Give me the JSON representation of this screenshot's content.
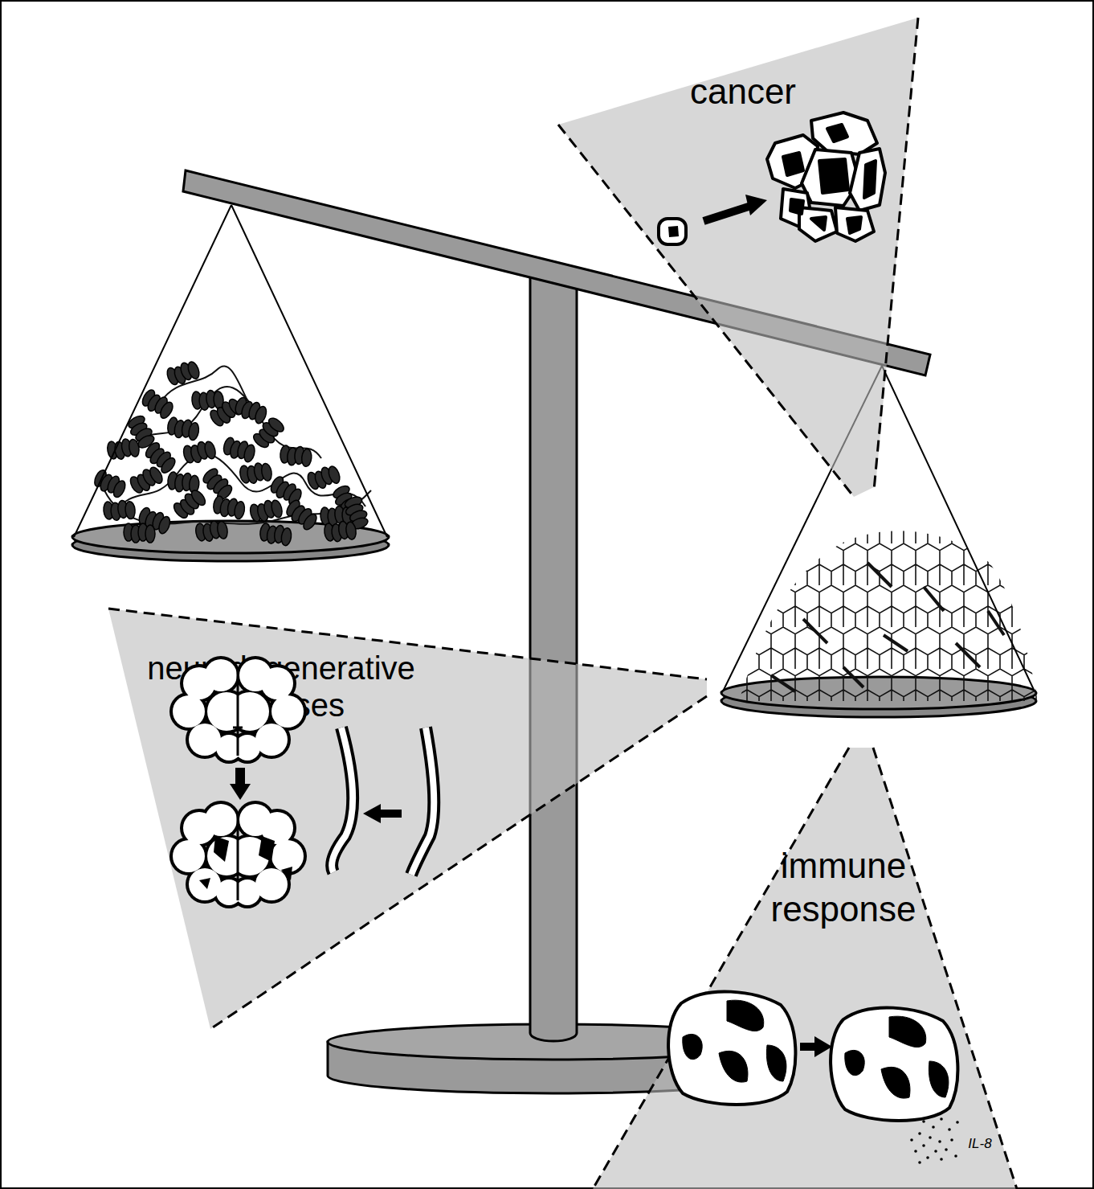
{
  "diagram": {
    "nodes": [
      {
        "text": [
          "cancer"
        ]
      },
      {
        "text": [
          "neurodegenerative diseases"
        ]
      },
      {
        "text": [
          "immune response",
          "IL-8"
        ]
      }
    ]
  }
}
